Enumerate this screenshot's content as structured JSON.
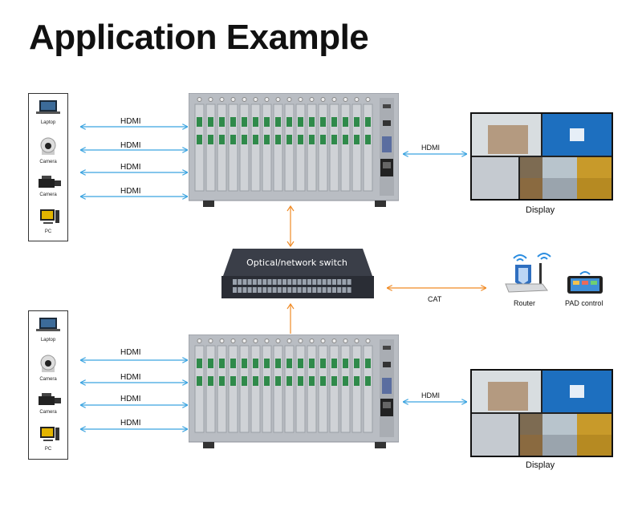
{
  "title": "Application Example",
  "sources": {
    "group1": [
      "Laptop",
      "Camera",
      "Camera",
      "PC"
    ],
    "group2": [
      "Laptop",
      "Camera",
      "Camera",
      "PC"
    ]
  },
  "links": {
    "hdmi": "HDMI",
    "cat": "CAT"
  },
  "switch": {
    "label": "Optical/network switch"
  },
  "network_devices": {
    "router": "Router",
    "pad": "PAD control"
  },
  "displays": {
    "top_label": "Display",
    "bottom_label": "Display"
  },
  "colors": {
    "link_blue": "#3aa3e0",
    "link_orange": "#f08a24",
    "chassis": "#b9bdc3",
    "switch": "#2a2d35"
  },
  "icons": [
    "laptop-icon",
    "camera-icon",
    "camcorder-icon",
    "pc-icon",
    "router-icon",
    "tablet-icon",
    "matrix-chassis",
    "network-switch",
    "video-wall-display"
  ]
}
